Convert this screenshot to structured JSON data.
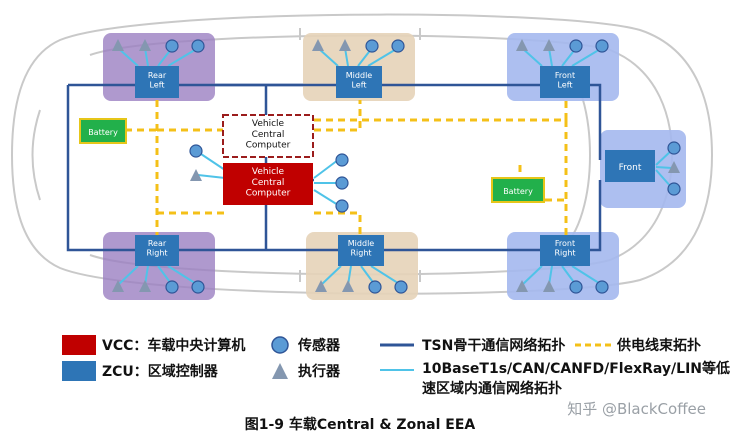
{
  "zones": {
    "rear_left": "Rear\nLeft",
    "middle_left": "Middle\nLeft",
    "front_left": "Front\nLeft",
    "rear_right": "Rear\nRight",
    "middle_right": "Middle\nRight",
    "front_right": "Front\nRight",
    "front": "Front"
  },
  "vcc_dashed": "Vehicle\nCentral\nComputer",
  "vcc_main": "Vehicle\nCentral\nComputer",
  "battery": "Battery",
  "legend": {
    "vcc": "VCC：车载中央计算机",
    "zcu": "ZCU：区域控制器",
    "sensor": "传感器",
    "actuator": "执行器",
    "tsn": "TSN骨干通信网络拓扑",
    "power": "供电线束拓扑",
    "zone_net_line1": "10BaseT1s/CAN/CANFD/FlexRay/LIN等低",
    "zone_net_line2": "速区域内通信网络拓扑"
  },
  "caption": "图1-9 车载Central & Zonal EEA",
  "watermark": "知乎 @BlackCoffee",
  "colors": {
    "vcc": "#c00000",
    "zcu": "#2e75b6",
    "backbone": "#2f5597",
    "power": "#f4c018",
    "zone_link": "#4fc3e8",
    "sensor": "#5b9bd5",
    "actuator": "#8497b0",
    "purple_zone": "#9b7fc2",
    "tan_zone": "#e5d3b8",
    "blue_zone": "#a4b8ee",
    "battery": "#22b04b"
  }
}
